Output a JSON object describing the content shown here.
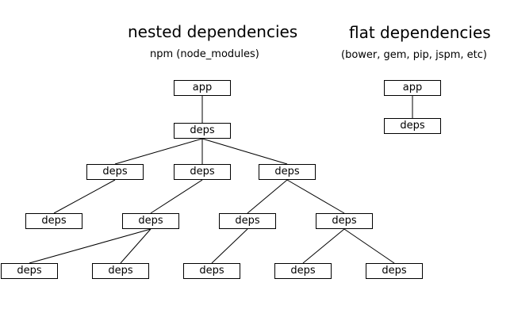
{
  "nested": {
    "title": "nested dependencies",
    "subtitle": "npm (node_modules)",
    "nodes": {
      "app": "app",
      "deps_l1": "deps",
      "deps_l2_a": "deps",
      "deps_l2_b": "deps",
      "deps_l2_c": "deps",
      "deps_l3_a": "deps",
      "deps_l3_b": "deps",
      "deps_l3_c": "deps",
      "deps_l3_d": "deps",
      "deps_l4_a": "deps",
      "deps_l4_b": "deps",
      "deps_l4_c": "deps",
      "deps_l4_d": "deps",
      "deps_l4_e": "deps"
    }
  },
  "flat": {
    "title": "flat dependencies",
    "subtitle": "(bower, gem, pip, jspm, etc)",
    "nodes": {
      "app": "app",
      "deps": "deps"
    }
  }
}
